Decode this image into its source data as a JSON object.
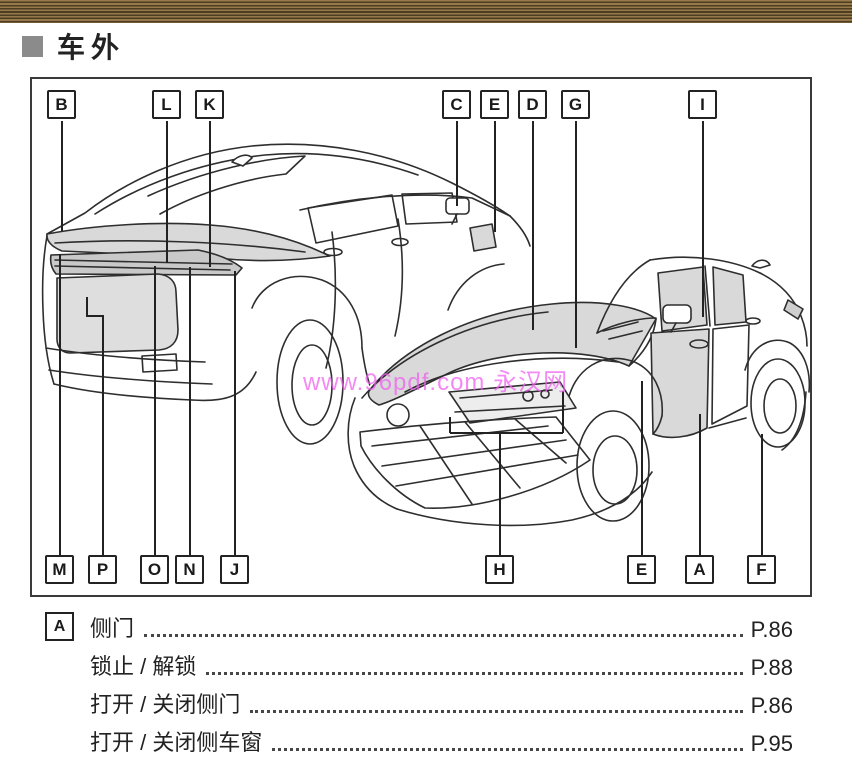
{
  "header": {
    "title": "车外"
  },
  "watermark": {
    "text": "www.96pdf.com 永汉网"
  },
  "diagram": {
    "callouts_top": [
      "B",
      "L",
      "K",
      "C",
      "E",
      "D",
      "G",
      "I"
    ],
    "callouts_bottom": [
      "M",
      "P",
      "O",
      "N",
      "J",
      "H",
      "E",
      "A",
      "F"
    ]
  },
  "index": {
    "rows": [
      {
        "letter": "A",
        "label": "侧门",
        "page": "P.86"
      },
      {
        "letter": "",
        "label": "锁止 / 解锁",
        "page": "P.88"
      },
      {
        "letter": "",
        "label": "打开 / 关闭侧门",
        "page": "P.86"
      },
      {
        "letter": "",
        "label": "打开 / 关闭侧车窗",
        "page": "P.95"
      }
    ]
  }
}
